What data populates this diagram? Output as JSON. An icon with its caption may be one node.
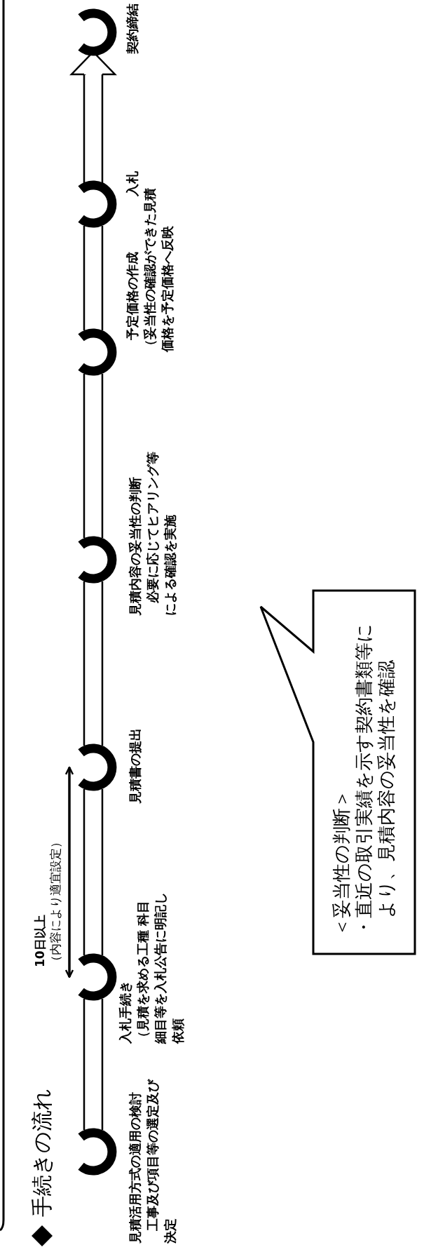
{
  "diagram": {
    "title": "手続きの流れ",
    "nodes": [
      {
        "text": [],
        "shape": "circle",
        "beside": [
          "見積活用方式の適用の検討",
          "工事及び項目等の選定及び決定"
        ]
      },
      {
        "text": [],
        "shape": "circle",
        "beside": [
          "入札手続き",
          "（見積を求める工種 科目細目等を入札公告に明記し依頼"
        ]
      },
      {
        "text": [],
        "shape": "circle",
        "beside": [
          "見積書の提出"
        ]
      },
      {
        "text": [],
        "shape": "circle",
        "beside": [
          "見積内容の妥当性の判断",
          "必要に応じてヒアリング等による確認を実施"
        ]
      },
      {
        "text": [],
        "shape": "circle",
        "beside": [
          "予定価格の作成",
          "（妥当性の確認ができた見積価格を予定価格へ反映"
        ]
      },
      {
        "text": [],
        "shape": "circle",
        "beside": [
          "入札"
        ]
      },
      {
        "text": [],
        "shape": "circle",
        "beside": [
          "契約締結"
        ]
      },
      {
        "text": [
          "＜妥当性の判断＞",
          "・直近の取引実績を示す契約書類等により、見積内容の妥当性を確認"
        ]
      }
    ],
    "edges": [
      {
        "from": 0,
        "to": 1,
        "arrow": "none"
      },
      {
        "from": 1,
        "to": 2,
        "arrow": "none"
      },
      {
        "from": 2,
        "to": 3,
        "arrow": "none"
      },
      {
        "from": 3,
        "to": 4,
        "arrow": "none"
      },
      {
        "from": 4,
        "to": 5,
        "arrow": "none"
      },
      {
        "from": 5,
        "to": 6,
        "arrow": "to"
      },
      {
        "from": 1,
        "to": 2,
        "arrow": "both",
        "label": "**10日以上**（内容により適宜設定）"
      }
    ]
  }
}
